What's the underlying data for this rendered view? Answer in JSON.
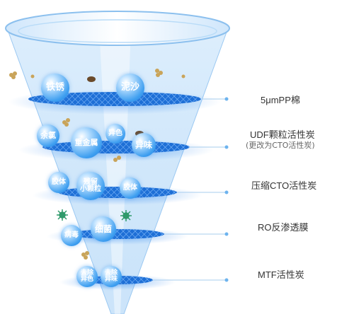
{
  "labels": {
    "stage1": "5μmPP棉",
    "stage2": "UDF颗粒活性炭",
    "stage2_note": "(更改为CTO活性炭)",
    "stage3": "压缩CTO活性炭",
    "stage4": "RO反渗透膜",
    "stage5": "MTF活性炭"
  },
  "contaminants": {
    "rust": "铁锈",
    "sediment": "泥沙",
    "residual_chlorine": "余氯",
    "heavy_metals": "重金属",
    "off_color": "异色",
    "odor": "异味",
    "colloid_left": "胶体",
    "residual_particles_line1": "残留",
    "residual_particles_line2": "小颗粒",
    "colloid_right": "胶体",
    "virus": "病毒",
    "bacteria": "细菌",
    "remove_color_line1": "去除",
    "remove_color_line2": "异色",
    "remove_odor_line1": "去除",
    "remove_odor_line2": "异味"
  },
  "colors": {
    "funnel": "#6fb3f5",
    "mesh": "#1f6fd8",
    "bubble": "#2e8ff0",
    "particle": "#c9a45a",
    "germ": "#2f9a6a"
  },
  "icons": [
    "mesh-filter-icon",
    "particle-cluster-icon",
    "germ-icon"
  ]
}
